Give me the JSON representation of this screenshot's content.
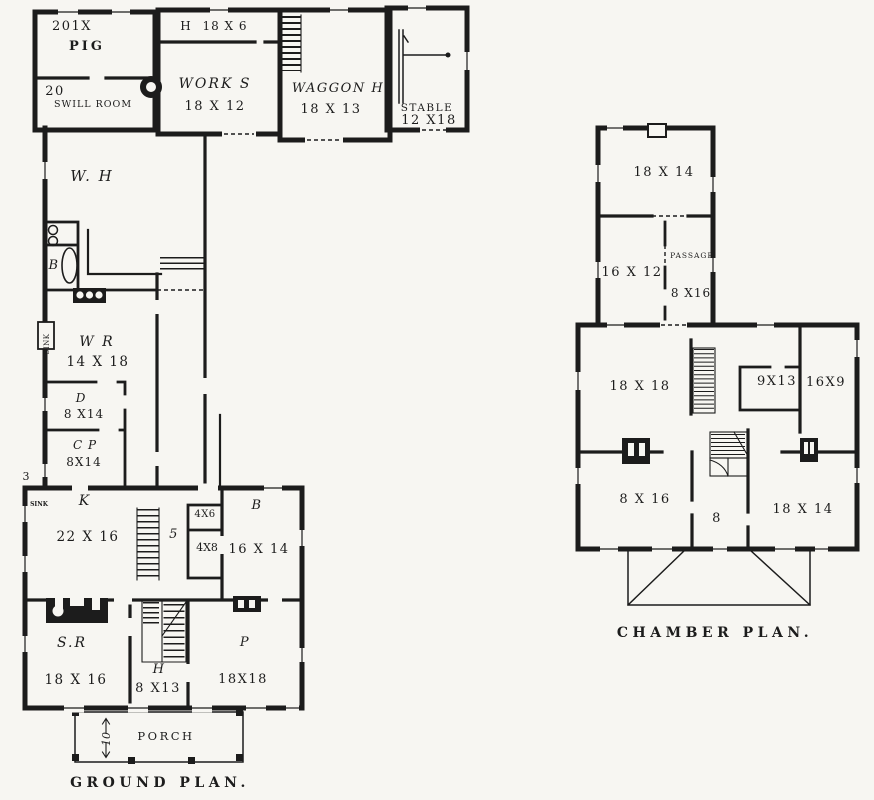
{
  "colors": {
    "paper": "#f7f6f2",
    "ink": "#1c1c1c"
  },
  "ground_plan": {
    "title": "GROUND PLAN.",
    "outbuildings": {
      "pig_dim": "201X",
      "pig": "PIG",
      "swill_num": "20",
      "swill": "SWILL ROOM",
      "h_room": "H",
      "h_room_dim": "18 X 6",
      "workshop": "WORK S",
      "workshop_dim": "18 X 12",
      "waggon": "WAGGON H",
      "waggon_dim": "18 X 13",
      "stable": "STABLE",
      "stable_dim": "12 X18"
    },
    "rooms": {
      "wash_house": "W. H",
      "bath": "B",
      "sink": "SINK",
      "wash_room": "W R",
      "wash_room_dim": "14 X 18",
      "dairy": "D",
      "dairy_dim": "8 X14",
      "china_pantry": "C P",
      "china_pantry_dim": "8X14",
      "num3": "3",
      "kitchen_sink": "SINK",
      "kitchen": "K",
      "kitchen_dim": "22 X 16",
      "num5": "5",
      "closet1": "4X6",
      "closet2": "4X8",
      "bedroom": "B",
      "bedroom_dim": "16 X 14",
      "sitting_room": "S.R",
      "sitting_room_dim": "18 X 16",
      "hall": "H",
      "hall_dim": "8 X13",
      "parlor": "P",
      "parlor_dim": "18X18",
      "porch": "PORCH",
      "porch_width": "10"
    }
  },
  "chamber_plan": {
    "title": "CHAMBER PLAN.",
    "rooms": {
      "r_top": "18 X 14",
      "r_left": "16 X 12",
      "passage": "PASSAGE",
      "passage_dim": "8 X16",
      "r_main": "18 X 18",
      "r_913": "9X13",
      "r_169": "16X9",
      "r_816": "8 X 16",
      "hall": "8",
      "r_1814": "18 X 14"
    }
  }
}
